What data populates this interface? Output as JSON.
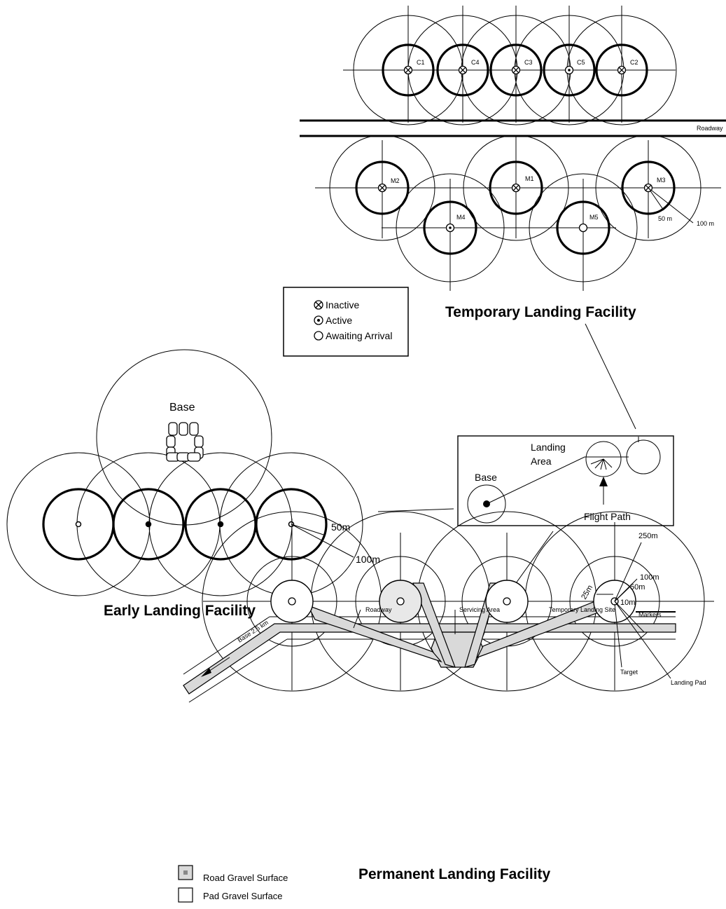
{
  "temporary": {
    "title": "Temporary Landing Facility",
    "roadway_label": "Roadway",
    "dist_inner": "50 m",
    "dist_outer": "100 m",
    "pads": [
      {
        "id": "C1",
        "status": "inactive"
      },
      {
        "id": "C4",
        "status": "inactive"
      },
      {
        "id": "C3",
        "status": "inactive"
      },
      {
        "id": "C5",
        "status": "active"
      },
      {
        "id": "C2",
        "status": "inactive"
      },
      {
        "id": "M2",
        "status": "inactive"
      },
      {
        "id": "M1",
        "status": "inactive"
      },
      {
        "id": "M3",
        "status": "inactive"
      },
      {
        "id": "M4",
        "status": "active"
      },
      {
        "id": "M5",
        "status": "awaiting"
      }
    ]
  },
  "legend": {
    "inactive": "Inactive",
    "active": "Active",
    "awaiting": "Awaiting Arrival"
  },
  "early": {
    "title": "Early Landing Facility",
    "base_label": "Base",
    "dist_inner": "50m",
    "dist_outer": "100m"
  },
  "inset": {
    "base_label": "Base",
    "landing_area_line1": "Landing",
    "landing_area_line2": "Area",
    "flight_path_label": "Flight Path"
  },
  "permanent": {
    "title": "Permanent Landing Facility",
    "roadway_label": "Roadway",
    "servicing_area_label": "Servicing Area",
    "temp_site_label": "Temporary Landing Site",
    "base_distance_label": "Base 2.5 km",
    "dist_250": "250m",
    "dist_100": "100m",
    "dist_50": "50m",
    "dist_25": "25m",
    "dist_10": "10m",
    "markers_label": "Markers",
    "target_label": "Target",
    "landing_pad_label": "Landing Pad",
    "surface_legend": {
      "road": "Road Gravel Surface",
      "pad": "Pad Gravel Surface"
    }
  }
}
